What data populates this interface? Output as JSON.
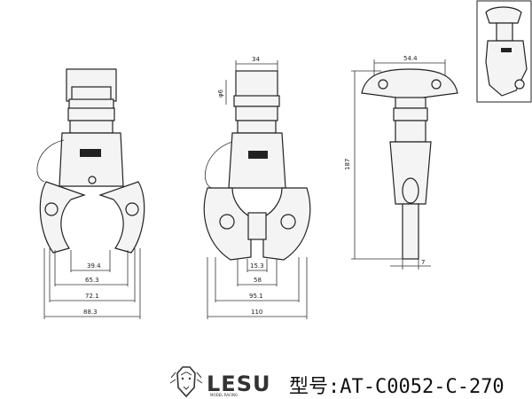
{
  "views": {
    "front": {
      "dims": [
        "39.4",
        "65.3",
        "72.1",
        "88.3"
      ]
    },
    "mid": {
      "top_width": "34",
      "pin_dia": "φ6",
      "dims": [
        "15.3",
        "58",
        "95.1",
        "110"
      ]
    },
    "side": {
      "top_width": "54.4",
      "height": "187",
      "bottom_width": "7"
    }
  },
  "brand": {
    "name": "LESU",
    "tagline": "MODEL RACING"
  },
  "model": {
    "label": "型号:",
    "code": "AT-C0052-C-270"
  },
  "icons": {
    "logo": "lion-head-icon"
  }
}
